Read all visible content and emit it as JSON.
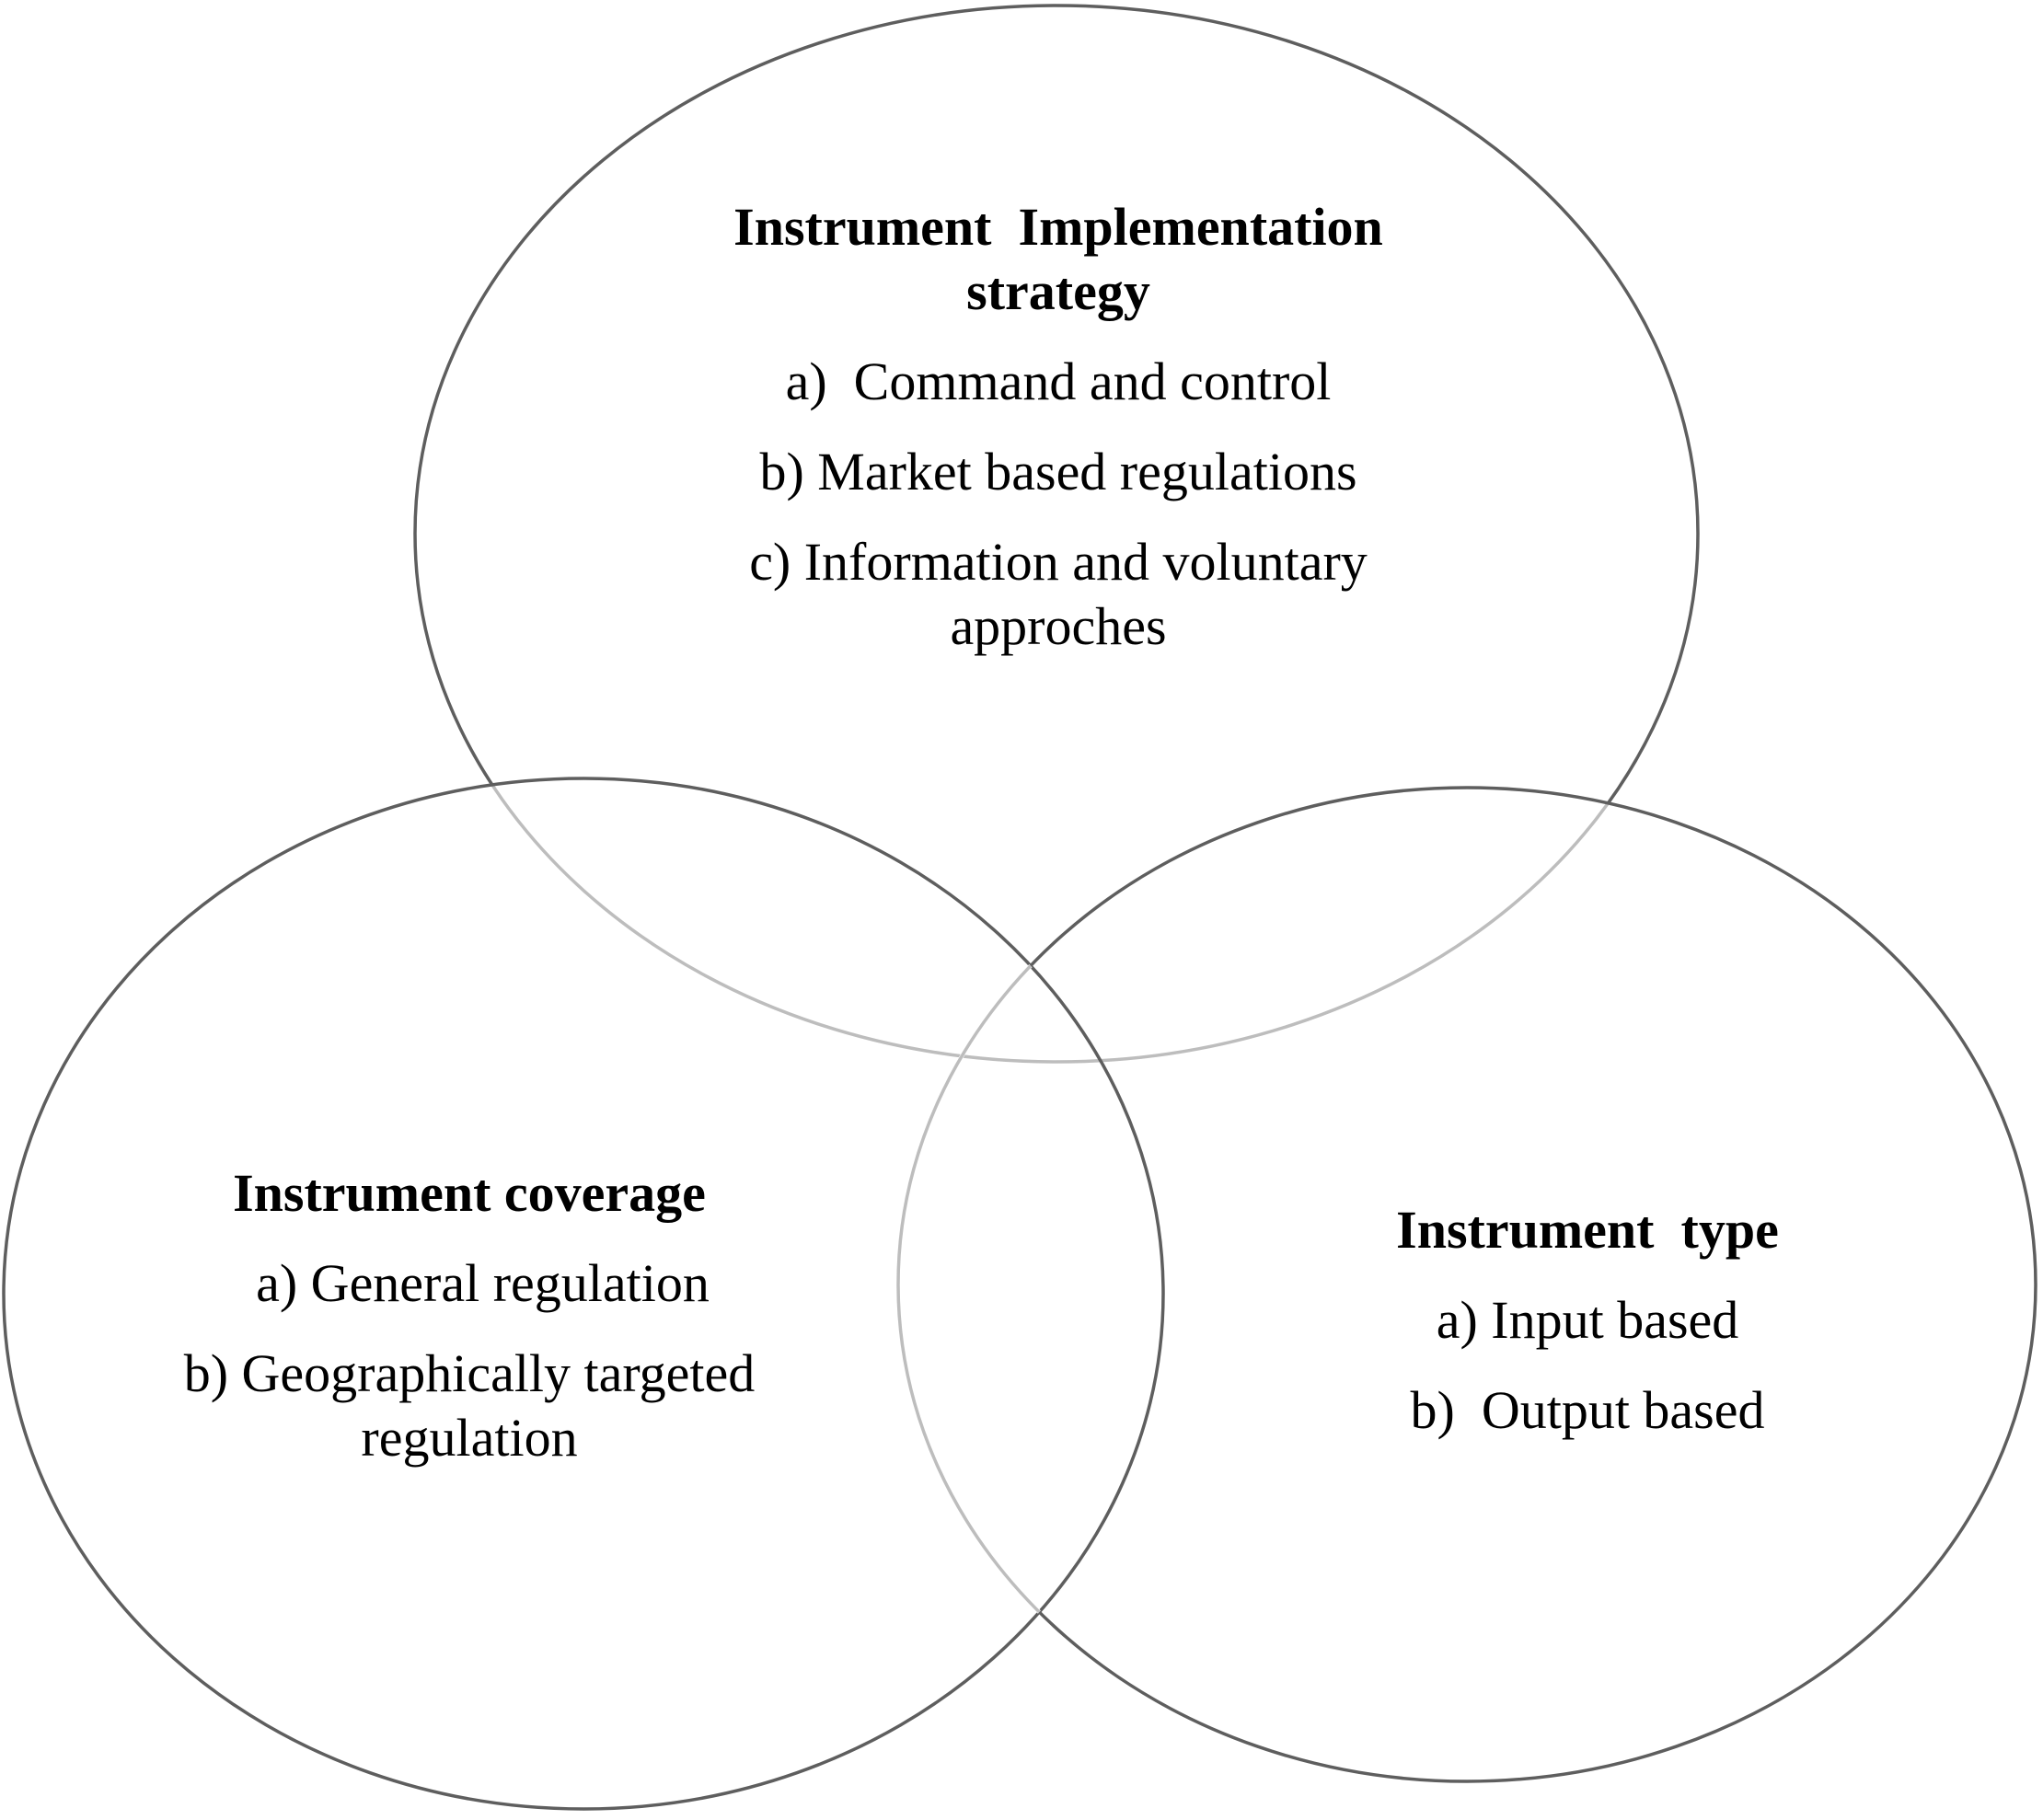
{
  "diagram": {
    "type": "venn",
    "colors": {
      "outline_dark": "#5e5e5e",
      "outline_light": "#bdbdbd",
      "text": "#000000",
      "background": "#ffffff"
    },
    "sets": {
      "top": {
        "heading_line1": "Instrument  Implementation",
        "heading_line2": "strategy",
        "items": [
          "a)  Command and control",
          "b) Market based regulations",
          "c) Information and voluntary\napproches"
        ]
      },
      "left": {
        "heading": "Instrument coverage",
        "items": [
          "  a) General regulation",
          "b) Geographically targeted\nregulation"
        ]
      },
      "right": {
        "heading": "Instrument  type",
        "items": [
          "a) Input based",
          "b)  Output based"
        ]
      }
    }
  }
}
